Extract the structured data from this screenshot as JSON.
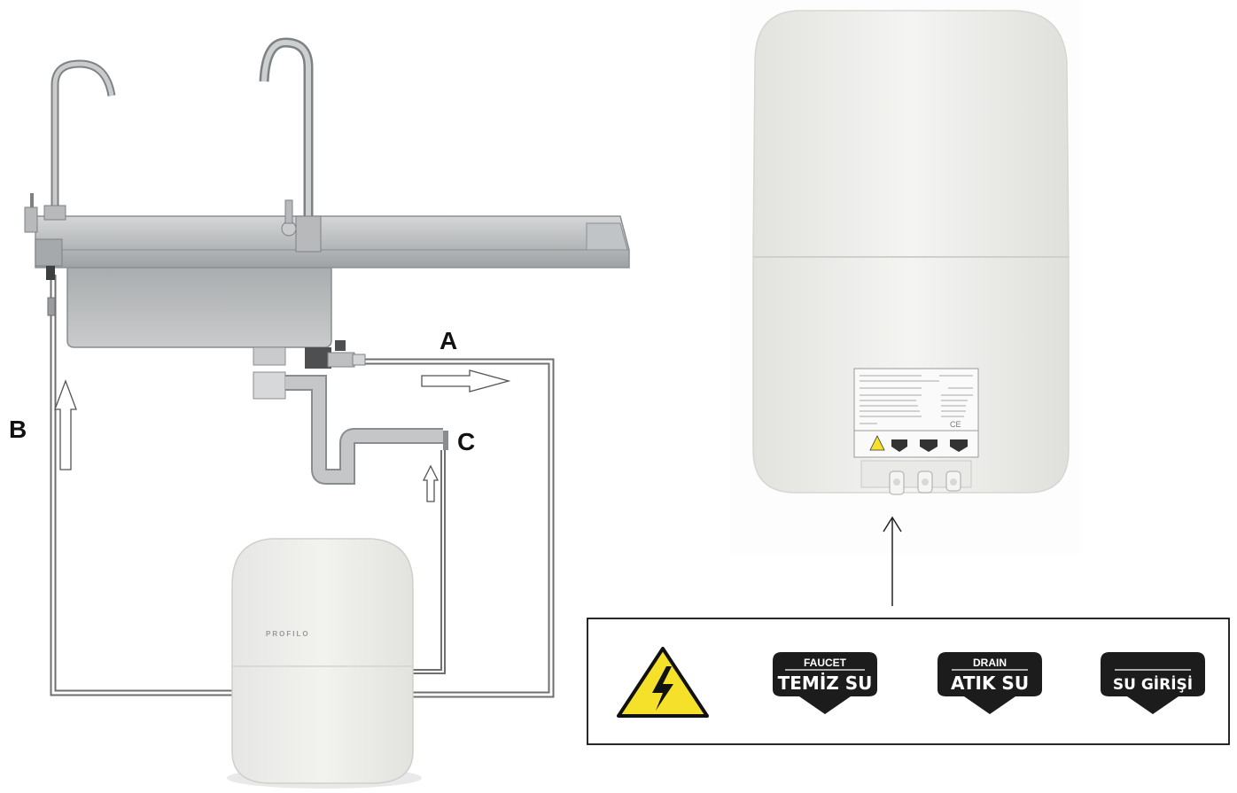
{
  "labels": {
    "a": "A",
    "b": "B",
    "c": "C"
  },
  "unit_brand": "PROFILO",
  "ports": [
    {
      "top": "FAUCET",
      "main": "TEMİZ SU"
    },
    {
      "top": "DRAIN",
      "main": "ATIK SU"
    },
    {
      "top": "",
      "main": "SU GİRİŞİ"
    }
  ],
  "colors": {
    "pipe": "#777777",
    "steel": "#b9bcbe",
    "unit": "#ecedea",
    "warning": "#f5e12a",
    "pill": "#1c1c1c"
  }
}
